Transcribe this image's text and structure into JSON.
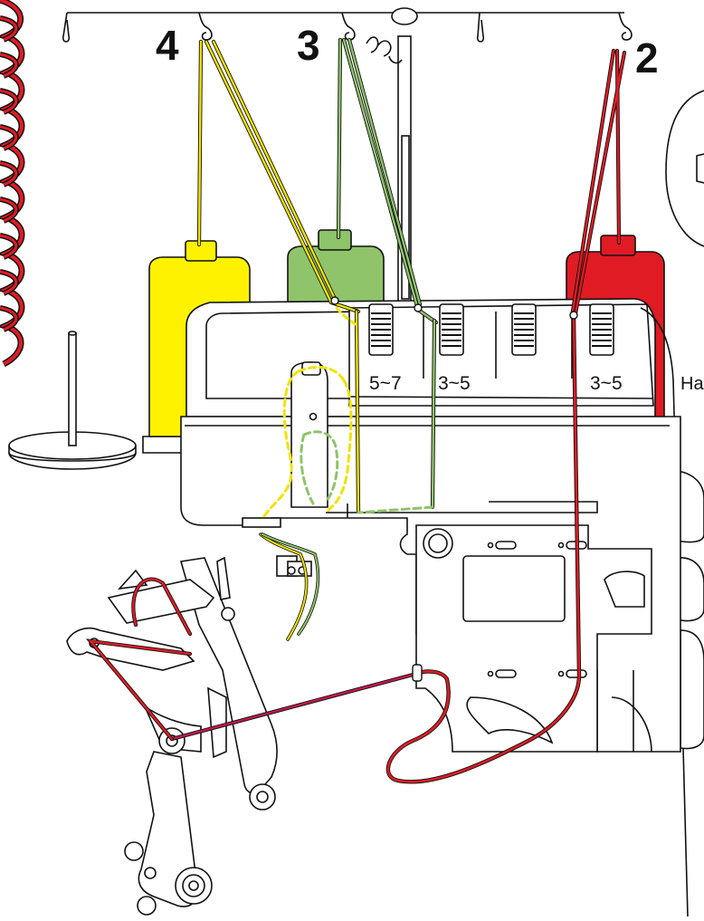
{
  "diagram": {
    "thread_numbers": [
      "4",
      "3",
      "2"
    ],
    "tension_dials": {
      "dial_1": "5~7",
      "dial_2": "3~5",
      "dial_4": "3~5"
    },
    "side_label": "Ha",
    "colors": {
      "thread_4": "#f2e300",
      "thread_3": "#8fc46a",
      "thread_2": "#e01b24",
      "outline": "#111111",
      "background": "#ffffff"
    }
  }
}
